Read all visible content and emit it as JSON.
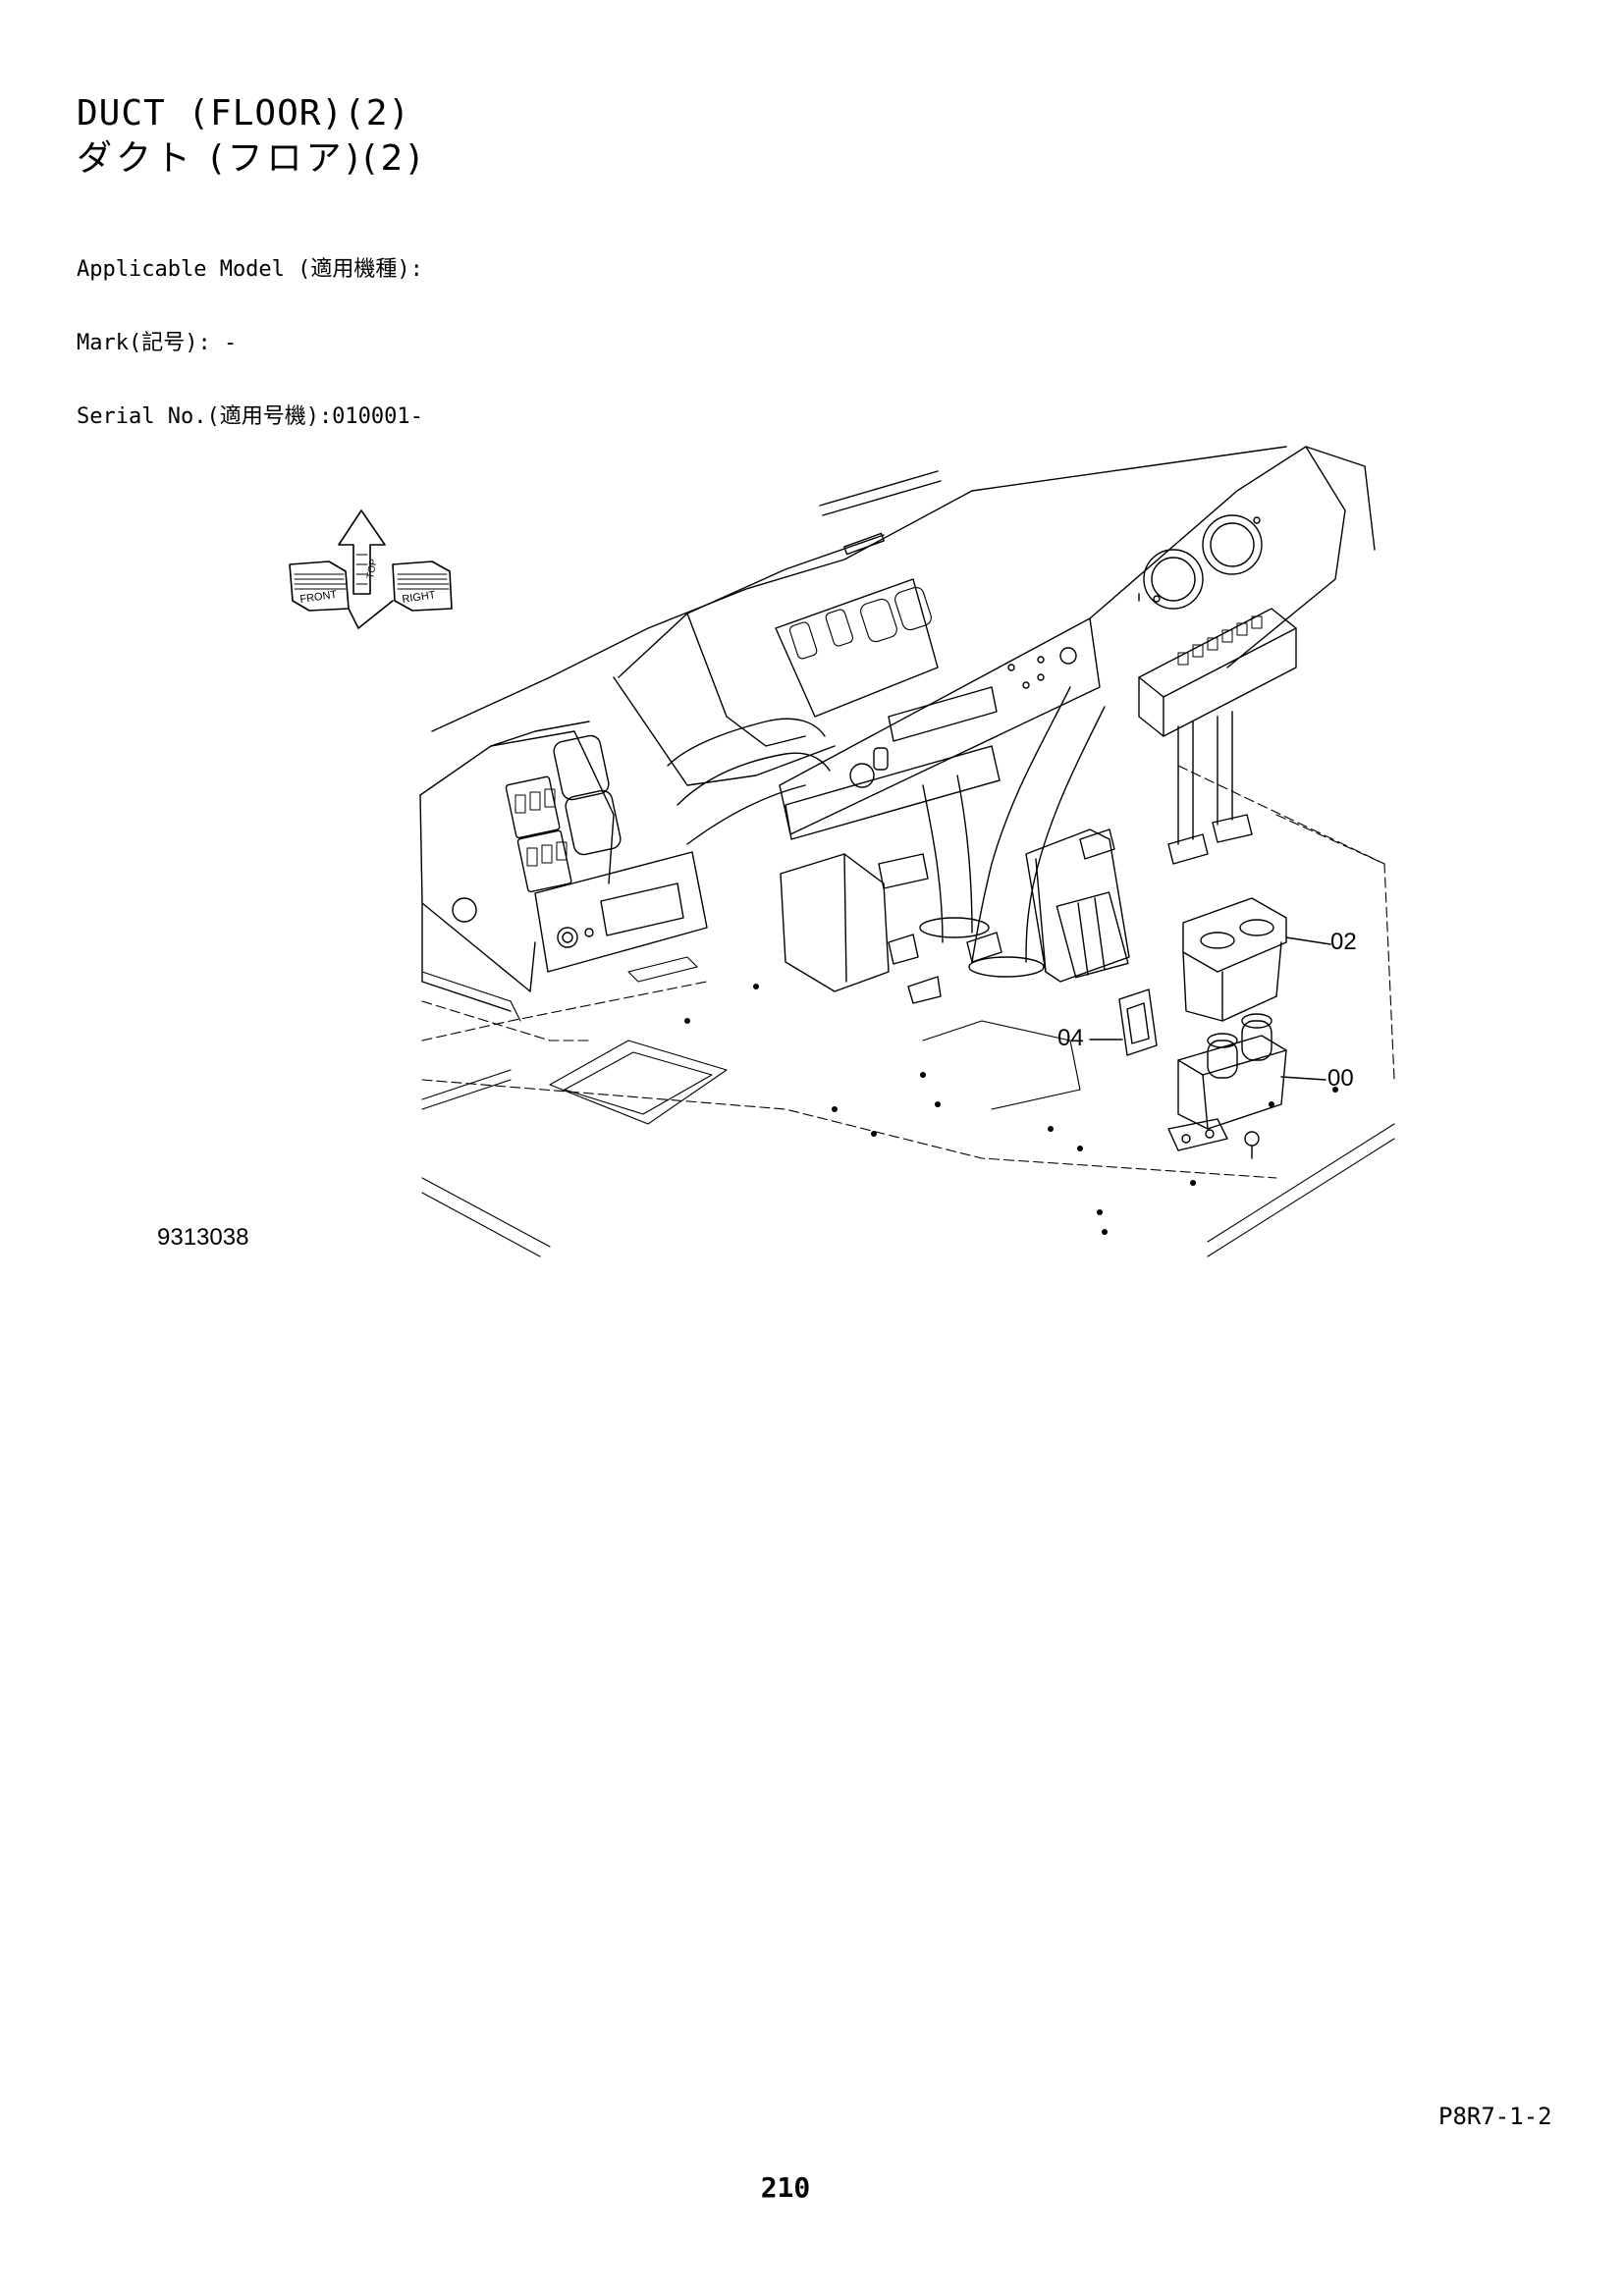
{
  "title": {
    "english": "DUCT (FLOOR)(2)",
    "japanese": "ダクト (フロア)(2)"
  },
  "meta": {
    "applicable_model": "Applicable Model (適用機種):",
    "mark": "Mark(記号): -",
    "serial_no": "Serial No.(適用号機):010001-"
  },
  "orientation_symbol": {
    "front": "FRONT",
    "right": "RIGHT",
    "top": "TOP"
  },
  "drawing": {
    "drawing_id": "9313038",
    "callouts": [
      "02",
      "04",
      "00"
    ]
  },
  "footer": {
    "page_code": "P8R7-1-2",
    "page_number": "210"
  }
}
